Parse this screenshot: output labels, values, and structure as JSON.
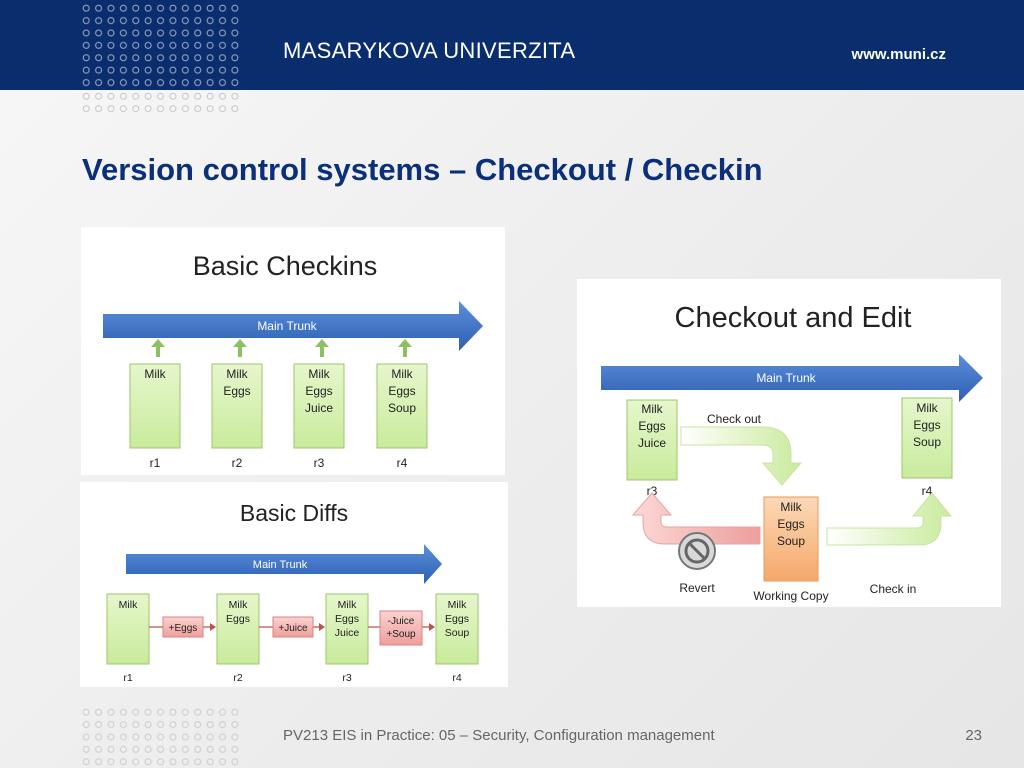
{
  "header": {
    "university": "MASARYKOVA UNIVERZITA",
    "url": "www.muni.cz"
  },
  "slide": {
    "title": "Version control systems – Checkout / Checkin"
  },
  "basic_checkins": {
    "title": "Basic Checkins",
    "trunk_label": "Main Trunk",
    "boxes": [
      {
        "lines": [
          "Milk"
        ],
        "rev": "r1"
      },
      {
        "lines": [
          "Milk",
          "Eggs"
        ],
        "rev": "r2"
      },
      {
        "lines": [
          "Milk",
          "Eggs",
          "Juice"
        ],
        "rev": "r3"
      },
      {
        "lines": [
          "Milk",
          "Eggs",
          "Soup"
        ],
        "rev": "r4"
      }
    ]
  },
  "basic_diffs": {
    "title": "Basic Diffs",
    "trunk_label": "Main Trunk",
    "boxes": [
      {
        "lines": [
          "Milk"
        ],
        "rev": "r1"
      },
      {
        "lines": [
          "Milk",
          "Eggs"
        ],
        "rev": "r2"
      },
      {
        "lines": [
          "Milk",
          "Eggs",
          "Juice"
        ],
        "rev": "r3"
      },
      {
        "lines": [
          "Milk",
          "Eggs",
          "Soup"
        ],
        "rev": "r4"
      }
    ],
    "diffs": [
      {
        "lines": [
          "+Eggs"
        ]
      },
      {
        "lines": [
          "+Juice"
        ]
      },
      {
        "lines": [
          "-Juice",
          "+Soup"
        ]
      }
    ]
  },
  "checkout_edit": {
    "title": "Checkout and Edit",
    "trunk_label": "Main Trunk",
    "left_box": {
      "lines": [
        "Milk",
        "Eggs",
        "Juice"
      ],
      "rev": "r3"
    },
    "right_box": {
      "lines": [
        "Milk",
        "Eggs",
        "Soup"
      ],
      "rev": "r4"
    },
    "working_box": {
      "lines": [
        "Milk",
        "Eggs",
        "Soup"
      ]
    },
    "check_out_label": "Check out",
    "revert_label": "Revert",
    "working_copy_label": "Working Copy",
    "check_in_label": "Check in"
  },
  "footer": {
    "text": "PV213 EIS in Practice: 05 – Security, Configuration management",
    "page": "23"
  },
  "colors": {
    "header_bg": "#0a2d6e",
    "title": "#0b2f78",
    "trunk": "#3a6fc4",
    "box_fill": "#d8f0b4",
    "box_stroke": "#9bc768",
    "diff_fill": "#f3b8b6",
    "working_fill": "#f9c79c",
    "revert_fill": "#f6bcbc"
  }
}
